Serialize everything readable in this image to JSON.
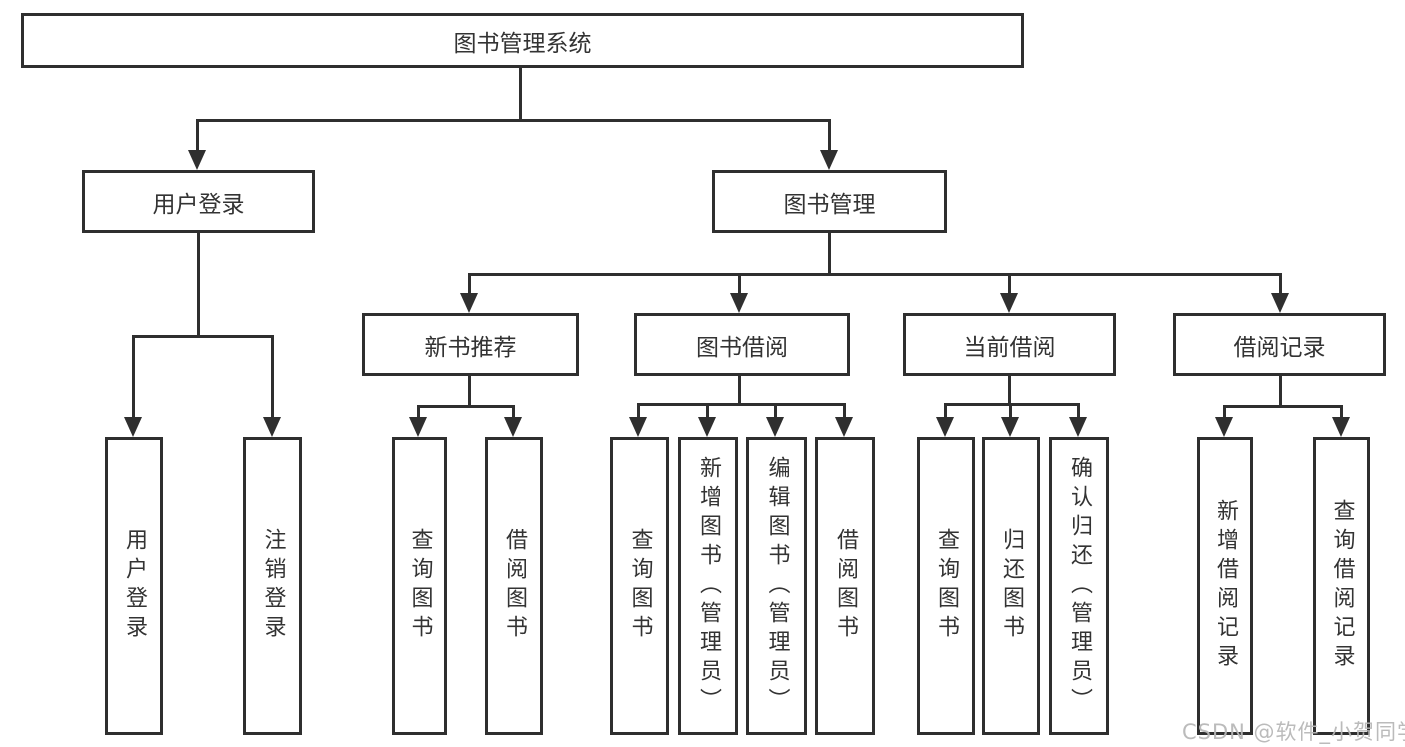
{
  "diagram_title": "图书管理系统",
  "nodes": {
    "root": "图书管理系统",
    "user_login": "用户登录",
    "book_mgmt": "图书管理",
    "new_book_rec": "新书推荐",
    "book_borrow": "图书借阅",
    "current_borrow": "当前借阅",
    "borrow_records": "借阅记录",
    "leaf_user_login": "用户登录",
    "leaf_logout": "注销登录",
    "leaf_query_book_a": "查询图书",
    "leaf_borrow_book_a": "借阅图书",
    "leaf_query_book_b": "查询图书",
    "leaf_add_book": "新增图书（管理员）",
    "leaf_edit_book": "编辑图书（管理员）",
    "leaf_borrow_book_b": "借阅图书",
    "leaf_query_book_c": "查询图书",
    "leaf_return_book": "归还图书",
    "leaf_confirm_return": "确认归还（管理员）",
    "leaf_add_borrow_record": "新增借阅记录",
    "leaf_query_borrow_record": "查询借阅记录"
  },
  "hierarchy": {
    "图书管理系统": {
      "用户登录": [
        "用户登录",
        "注销登录"
      ],
      "图书管理": {
        "新书推荐": [
          "查询图书",
          "借阅图书"
        ],
        "图书借阅": [
          "查询图书",
          "新增图书（管理员）",
          "编辑图书（管理员）",
          "借阅图书"
        ],
        "当前借阅": [
          "查询图书",
          "归还图书",
          "确认归还（管理员）"
        ],
        "借阅记录": [
          "新增借阅记录",
          "查询借阅记录"
        ]
      }
    }
  },
  "watermark": "CSDN @软件_小贺同学",
  "colors": {
    "line": "#2f2f2f",
    "text": "#333333",
    "background": "#ffffff",
    "watermark": "#b7b7b7"
  }
}
